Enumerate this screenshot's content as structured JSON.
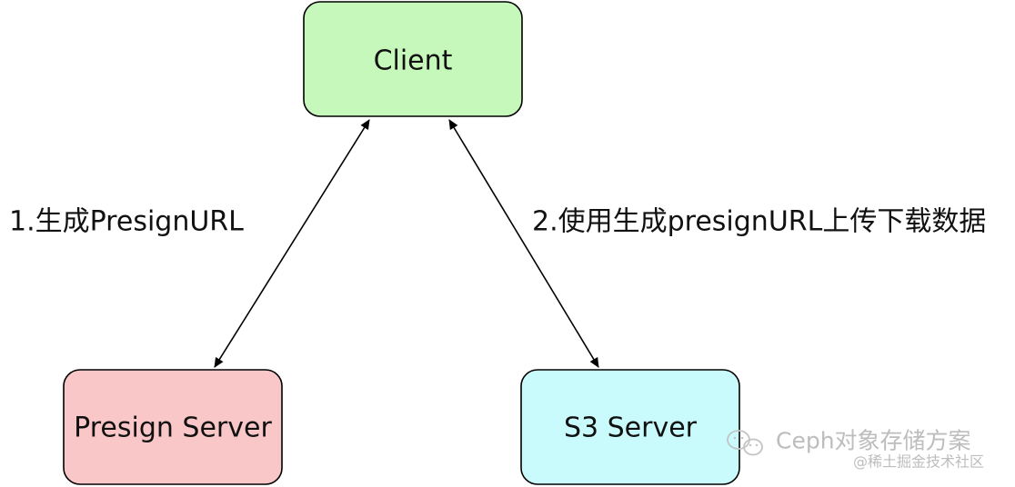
{
  "nodes": {
    "client": {
      "label": "Client",
      "fill": "#c6f7bb"
    },
    "presign_server": {
      "label": "Presign Server",
      "fill": "#f9c7c7"
    },
    "s3_server": {
      "label": "S3 Server",
      "fill": "#c9fbfd"
    }
  },
  "edges": {
    "presign": {
      "label": "1.生成PresignURL"
    },
    "upload_download": {
      "label": "2.使用生成presignURL上传下载数据"
    }
  },
  "watermark": {
    "line1": "Ceph对象存储方案",
    "line2": "@稀土掘金技术社区",
    "icon": "wechat-icon"
  }
}
